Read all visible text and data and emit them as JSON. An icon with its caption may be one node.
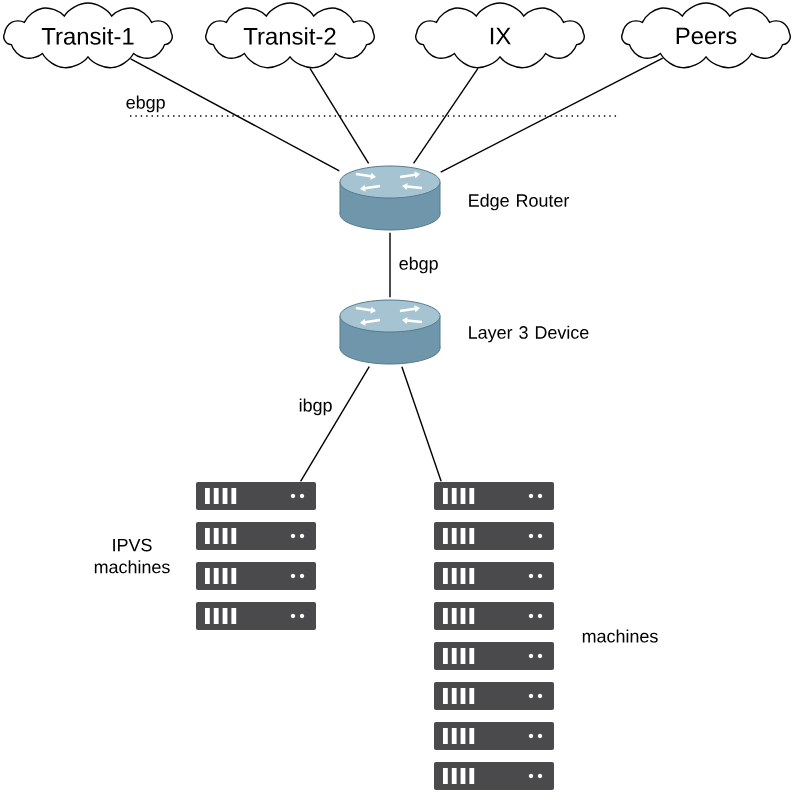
{
  "diagram": {
    "nodes": [
      {
        "text": [
          "Transit-1"
        ]
      },
      {
        "text": [
          "Transit-2"
        ]
      },
      {
        "text": [
          "IX"
        ]
      },
      {
        "text": [
          "Peers"
        ]
      },
      {
        "text": [],
        "shape": "cylinder",
        "beside": [
          "Edge Router"
        ]
      },
      {
        "text": [],
        "shape": "cylinder",
        "beside": [
          "Layer 3 Device"
        ]
      },
      {
        "text": [],
        "shape": "picture",
        "beside": [
          "IPVS machines"
        ]
      },
      {
        "text": [],
        "shape": "picture",
        "beside": [
          "machines"
        ]
      }
    ],
    "edges": [
      {
        "from": 0,
        "to": 4,
        "arrow": "none"
      },
      {
        "from": 1,
        "to": 4,
        "arrow": "none"
      },
      {
        "from": 2,
        "to": 4,
        "arrow": "none"
      },
      {
        "from": 3,
        "to": 4,
        "arrow": "none"
      },
      {
        "from": 4,
        "to": 5,
        "arrow": "none",
        "label": "ebgp"
      },
      {
        "from": 5,
        "to": 6,
        "arrow": "none",
        "label": "ibgp"
      },
      {
        "from": 5,
        "to": 7,
        "arrow": "none"
      }
    ],
    "labels": [
      "ebgp"
    ]
  }
}
